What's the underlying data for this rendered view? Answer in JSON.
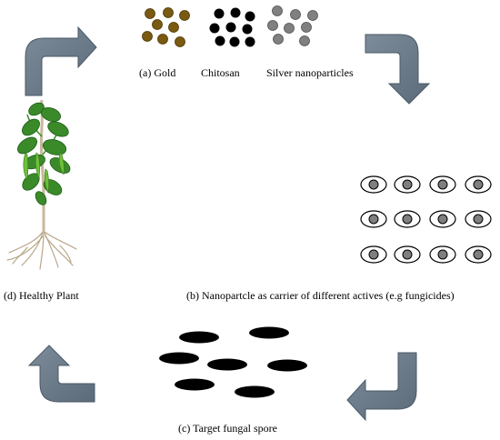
{
  "labels": {
    "gold": "(a) Gold",
    "chitosan": "Chitosan",
    "silver": "Silver nanoparticles",
    "carrier": "(b) Nanopartcle as carrier of different actives (e.g fungicides)",
    "spore": "(c) Target fungal spore",
    "plant": "(d)  Healthy Plant"
  },
  "colors": {
    "arrow": "#6b7b8a",
    "arrow_dark": "#4a5866",
    "gold": "#7a5a10",
    "chitosan": "#000000",
    "silver": "#808080",
    "carrier_outer": "#ffffff",
    "carrier_inner": "#7f7f7f",
    "spore": "#000000",
    "leaf": "#3a8a2a",
    "leaf_dark": "#1f5e18",
    "stem": "#c8b89a",
    "root": "#b9a78a"
  },
  "icons": {
    "cycle_arrows": "curved-arrow-icon",
    "plant": "plant-icon"
  }
}
